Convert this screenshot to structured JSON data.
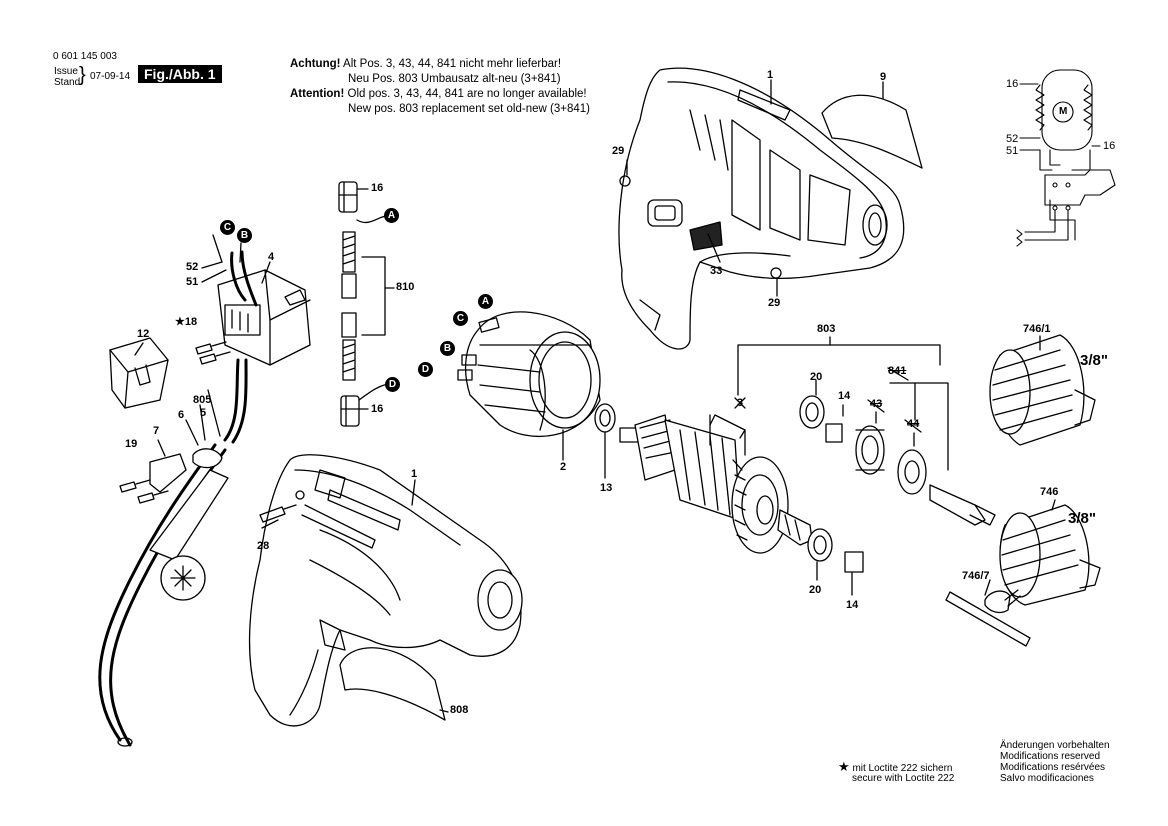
{
  "header": {
    "part_number": "0 601 145 003",
    "issue_label": "Issue",
    "stand_label": "Stand",
    "date": "07-09-14",
    "figure": "Fig./Abb. 1"
  },
  "notices": {
    "achtung_bold": "Achtung!",
    "achtung_line1": "Alt Pos. 3, 43, 44, 841 nicht mehr lieferbar!",
    "achtung_line2": "Neu Pos. 803 Umbausatz alt-neu (3+841)",
    "attention_bold": "Attention!",
    "attention_line1": "Old pos. 3, 43, 44, 841 are no longer available!",
    "attention_line2": "New pos. 803 replacement set old-new (3+841)"
  },
  "labels": {
    "p1_top": "1",
    "p9": "9",
    "p29_a": "29",
    "p29_b": "29",
    "p33": "33",
    "p16_a": "16",
    "p810": "810",
    "p16_b": "16",
    "p52": "52",
    "p51": "51",
    "p4": "4",
    "p18": "18",
    "p12": "12",
    "p805": "805",
    "p5": "5",
    "p6": "6",
    "p7": "7",
    "p19": "19",
    "p2": "2",
    "p13": "13",
    "p3": "3",
    "p803": "803",
    "p841": "841",
    "p20_a": "20",
    "p14_a": "14",
    "p43": "43",
    "p44": "44",
    "p20_b": "20",
    "p14_b": "14",
    "p746_1": "746/1",
    "p746": "746",
    "p746_7": "746/7",
    "size_a": "3/8\"",
    "size_b": "3/8\"",
    "p1_bottom": "1",
    "p28": "28",
    "p808": "808",
    "w16_a": "16",
    "w16_b": "16",
    "w52": "52",
    "w51": "51",
    "motor": "M"
  },
  "markers": {
    "A": "A",
    "B": "B",
    "C": "C",
    "D": "D",
    "star": "★"
  },
  "footer": {
    "loctite_de": "mit Loctite 222 sichern",
    "loctite_en": "secure with Loctite 222",
    "mod_de": "Änderungen vorbehalten",
    "mod_en": "Modifications reserved",
    "mod_fr": "Modifications resérvées",
    "mod_es": "Salvo modificaciones"
  }
}
